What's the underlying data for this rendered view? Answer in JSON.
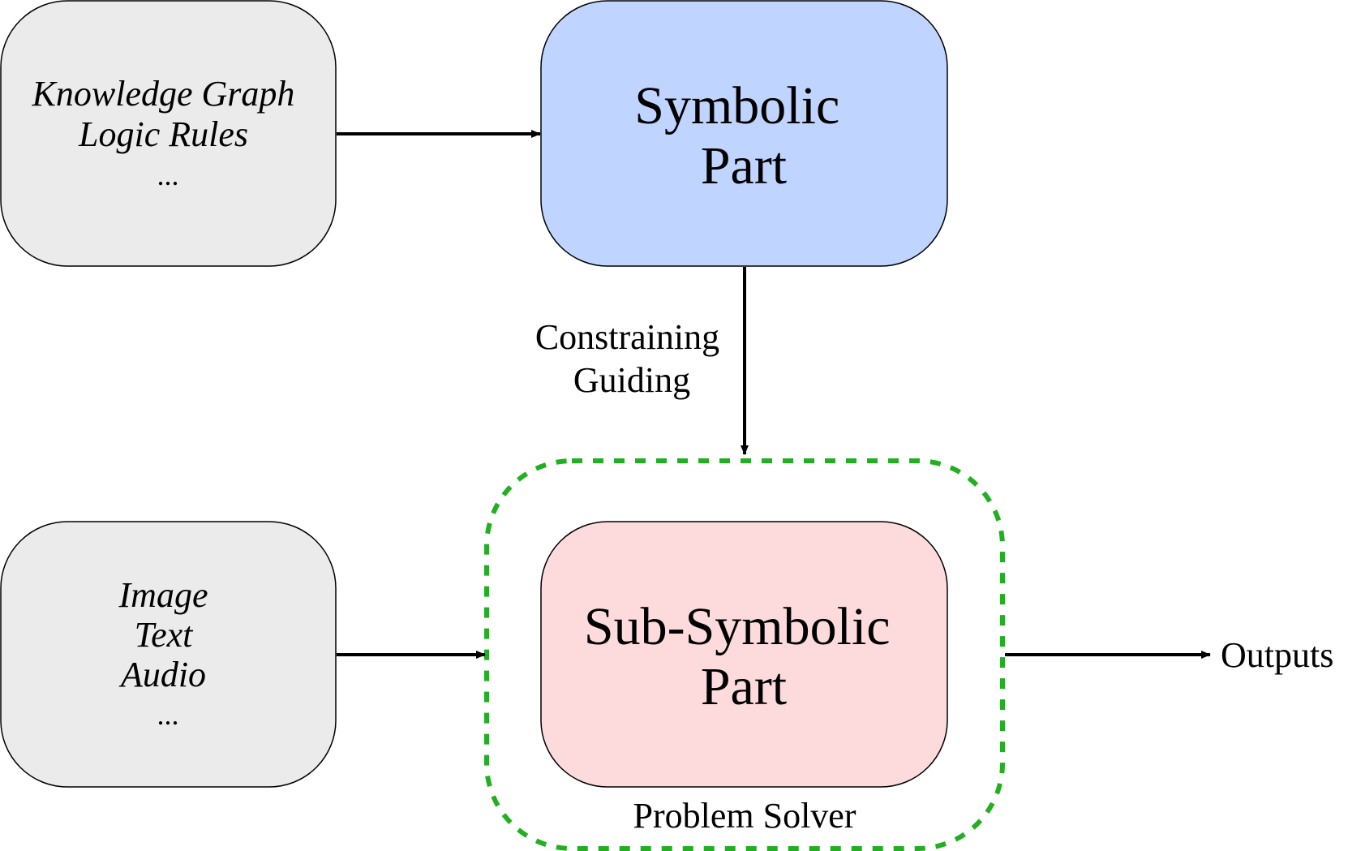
{
  "knowledge_input": {
    "lines": [
      "Knowledge Graph",
      "Logic Rules",
      "..."
    ]
  },
  "data_input": {
    "lines": [
      "Image",
      "Text",
      "Audio",
      "..."
    ]
  },
  "symbolic_part": {
    "lines": [
      "Symbolic",
      "Part"
    ]
  },
  "sub_symbolic_part": {
    "lines": [
      "Sub-Symbolic",
      "Part"
    ]
  },
  "relation": {
    "lines": [
      "Constraining",
      "Guiding"
    ]
  },
  "problem_solver": {
    "label": "Problem Solver"
  },
  "outputs": {
    "label": "Outputs"
  },
  "colors": {
    "input_fill": "#ebebeb",
    "symbolic_fill": "#bfd5ff",
    "sub_symbolic_fill": "#fddbdc",
    "dashed_border": "#22b022",
    "stroke": "#000000"
  }
}
